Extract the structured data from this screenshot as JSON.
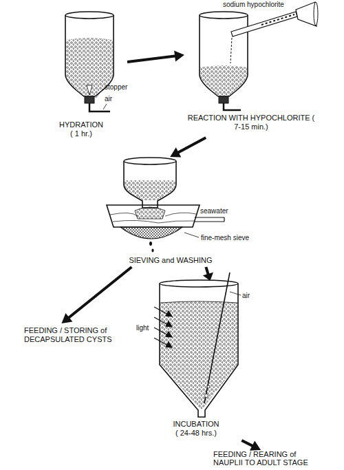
{
  "diagram": {
    "nodes": [
      {
        "text": [
          "HYDRATION ( 1 hr.)"
        ]
      },
      {
        "text": [
          "REACTION WITH HYPOCHLORITE ( 7-15 min.)"
        ]
      },
      {
        "text": [
          "SIEVING and WASHING"
        ]
      },
      {
        "text": [
          "FEEDING / STORING of DECAPSULATED CYSTS"
        ]
      },
      {
        "text": [
          "INCUBATION ( 24-48 hrs.)"
        ]
      },
      {
        "text": [
          "FEEDING / REARING of NAUPLII TO ADULT STAGE"
        ]
      }
    ],
    "edges": [
      {
        "from": 0,
        "to": 1,
        "arrow": "to"
      },
      {
        "from": 1,
        "to": 2,
        "arrow": "to"
      },
      {
        "from": 2,
        "to": 3,
        "arrow": "to"
      },
      {
        "from": 2,
        "to": 4,
        "arrow": "to"
      },
      {
        "from": 4,
        "to": 5,
        "arrow": "to"
      }
    ],
    "labels": [
      "sodium hypochlorite",
      "stopper",
      "air",
      "seawater",
      "fine-mesh sieve",
      "air",
      "light"
    ]
  }
}
